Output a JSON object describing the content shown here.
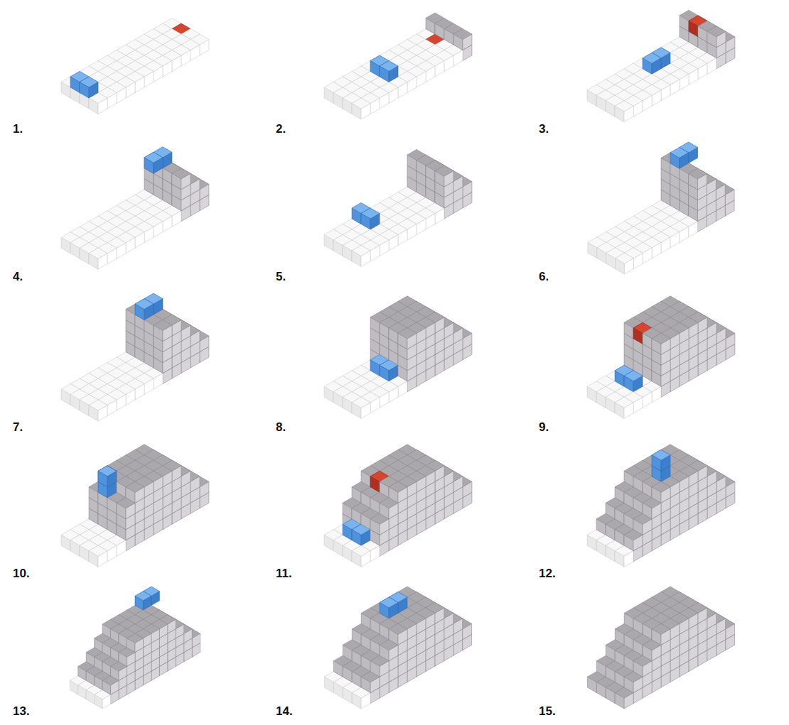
{
  "diagram": {
    "labels": [
      "1.",
      "2.",
      "3.",
      "4.",
      "5.",
      "6.",
      "7.",
      "8.",
      "9.",
      "10.",
      "11.",
      "12.",
      "13.",
      "14.",
      "15."
    ]
  }
}
